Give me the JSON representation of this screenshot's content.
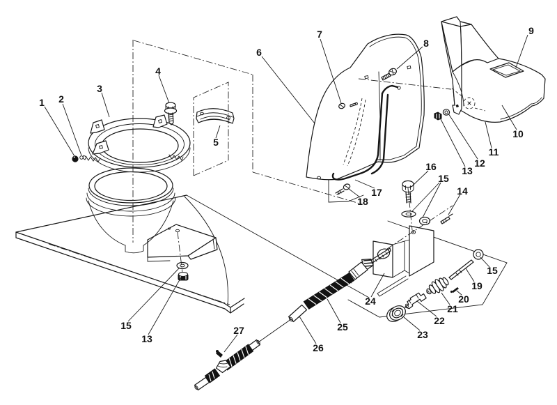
{
  "diagram": {
    "type": "exploded-parts-diagram",
    "description": "Black-and-white exploded parts line drawing with numbered callouts 1 through 27",
    "colors": {
      "ink": "#161616",
      "paper": "#ffffff"
    }
  },
  "callouts": [
    {
      "text": "1"
    },
    {
      "text": "2"
    },
    {
      "text": "3"
    },
    {
      "text": "4"
    },
    {
      "text": "5"
    },
    {
      "text": "6"
    },
    {
      "text": "7"
    },
    {
      "text": "8"
    },
    {
      "text": "9"
    },
    {
      "text": "10"
    },
    {
      "text": "11"
    },
    {
      "text": "12"
    },
    {
      "text": "13"
    },
    {
      "text": "14"
    },
    {
      "text": "15"
    },
    {
      "text": "16"
    },
    {
      "text": "17"
    },
    {
      "text": "18"
    },
    {
      "text": "15"
    },
    {
      "text": "19"
    },
    {
      "text": "20"
    },
    {
      "text": "21"
    },
    {
      "text": "22"
    },
    {
      "text": "23"
    },
    {
      "text": "24"
    },
    {
      "text": "25"
    },
    {
      "text": "26"
    },
    {
      "text": "27"
    },
    {
      "text": "15"
    },
    {
      "text": "13"
    }
  ]
}
